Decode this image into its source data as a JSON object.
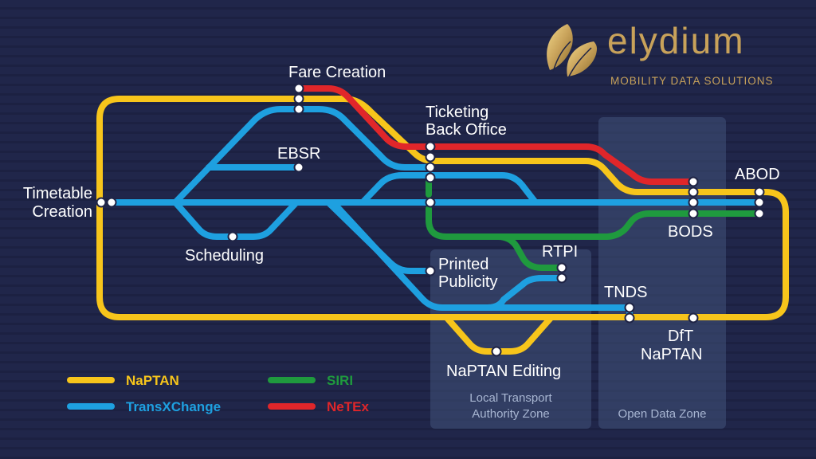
{
  "brand": {
    "name": "elydium",
    "tagline": "MOBILITY DATA SOLUTIONS"
  },
  "colors": {
    "background": "#1f2445",
    "naptan": "#f7c51b",
    "transxchange": "#1ea0e0",
    "siri": "#1f9a3e",
    "netex": "#e0262a",
    "zone_fill": "#4a5d86",
    "brand_gold": "#c8a25a"
  },
  "stations": {
    "fare_creation": "Fare Creation",
    "ticketing_line1": "Ticketing",
    "ticketing_line2": "Back Office",
    "ebsr": "EBSR",
    "timetable_line1": "Timetable",
    "timetable_line2": "Creation",
    "scheduling": "Scheduling",
    "printed_line1": "Printed",
    "printed_line2": "Publicity",
    "rtpi": "RTPI",
    "tnds": "TNDS",
    "abod": "ABOD",
    "bods": "BODS",
    "dft_line1": "DfT",
    "dft_line2": "NaPTAN",
    "naptan_editing": "NaPTAN Editing"
  },
  "zones": {
    "local_line1": "Local Transport",
    "local_line2": "Authority Zone",
    "open_data": "Open Data Zone"
  },
  "legend": [
    {
      "label": "NaPTAN",
      "color": "#f7c51b"
    },
    {
      "label": "TransXChange",
      "color": "#1ea0e0"
    },
    {
      "label": "SIRI",
      "color": "#1f9a3e"
    },
    {
      "label": "NeTEx",
      "color": "#e0262a"
    }
  ]
}
